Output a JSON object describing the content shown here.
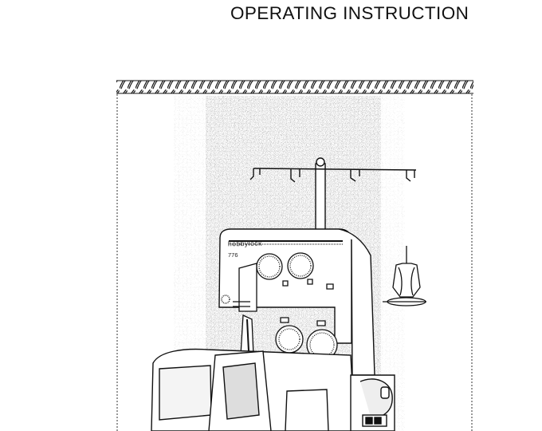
{
  "document": {
    "title": "OPERATING INSTRUCTION"
  },
  "machine": {
    "brand": "hobbylock",
    "model": "776"
  }
}
